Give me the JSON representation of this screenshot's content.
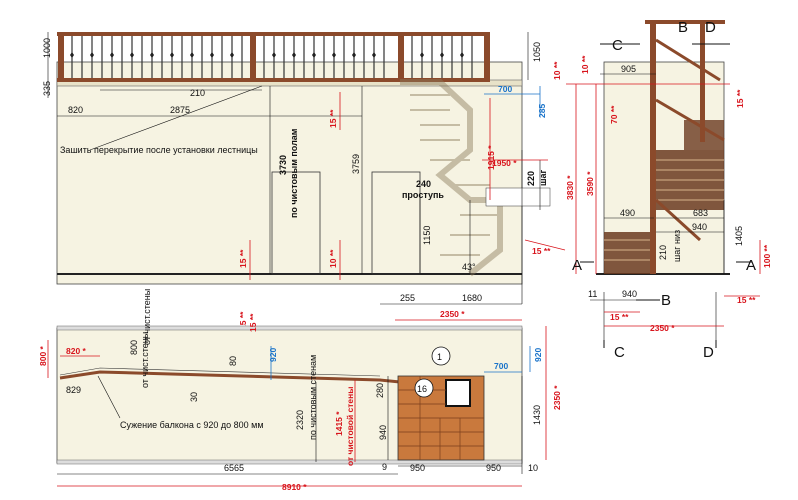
{
  "colors": {
    "wall": "#f6f3e2",
    "wood": "#8b4a2b",
    "wood_light": "#d9b48c",
    "dim_red": "#d8141c",
    "dim_blue": "#1a73c9",
    "line": "#111111"
  },
  "elevation": {
    "dims": {
      "h1000": "1000",
      "h335": "335",
      "w210": "210",
      "w820": "820",
      "w2875": "2875",
      "h1050": "1050",
      "h10a": "10 **",
      "h700": "700",
      "h285": "285",
      "h15a": "15 **",
      "h1915": "1915 *",
      "h1950": "1950 *",
      "h3730": "3730",
      "h3730_note": "по чистовым полам",
      "h3759": "3759",
      "w240": "240",
      "w240_note": "проступь",
      "h220": "220",
      "h220_note": "шаг",
      "h1150": "1150",
      "h15b": "15 **",
      "h10b": "10 **",
      "h15c": "15 **",
      "h15d": "15 **",
      "angle": "43°",
      "w255": "255",
      "w1680": "1680",
      "w2350": "2350 *"
    },
    "note": "Зашить перекрытие после установки лестницы"
  },
  "section": {
    "dims": {
      "w905": "905",
      "h10": "10 **",
      "h15": "15 **",
      "h70": "70 **",
      "h3830": "3830 *",
      "h3590": "3590 *",
      "w490": "490",
      "w683": "683",
      "w940a": "940",
      "h210": "210",
      "h210_note": "шаг низ",
      "h1405": "1405",
      "h100": "100 **",
      "w11": "11",
      "w940b": "940",
      "w15a": "15 **",
      "w15b": "15 **",
      "w2350": "2350 *"
    },
    "axes": {
      "A": "A",
      "B": "B",
      "C": "C",
      "D": "D"
    }
  },
  "plan": {
    "dims": {
      "h800": "800",
      "h800_note": "от чист.стены",
      "w820": "820 *",
      "h800r": "800 *",
      "h80": "80",
      "h30": "30",
      "h920": "920",
      "h2320": "2320",
      "h2320_note": "по чистовым стенам",
      "w829": "829",
      "h15": "15 **",
      "h280": "280",
      "h940": "940",
      "h1415": "1415 *",
      "h1415_note": "от чистовой стены",
      "h9": "9",
      "w700": "700",
      "h920b": "920",
      "h1430": "1430",
      "h2350": "2350 *",
      "w6565": "6565",
      "w950a": "950",
      "w950b": "950",
      "w10": "10",
      "w8910": "8910 *"
    },
    "note": "Сужение балкона с 920 до 800 мм",
    "step_first": "1",
    "step_last": "16"
  }
}
